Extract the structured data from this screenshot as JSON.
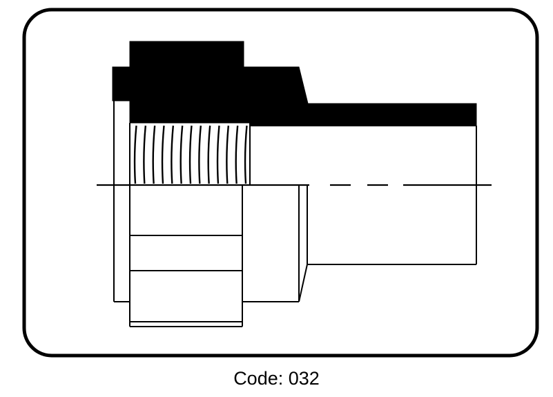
{
  "caption": {
    "code_label": "Code: 032"
  },
  "colors": {
    "ink": "#000000",
    "paper": "#ffffff"
  },
  "drawing": {
    "subject": "threaded-fitting-section",
    "thread_count": 13
  }
}
